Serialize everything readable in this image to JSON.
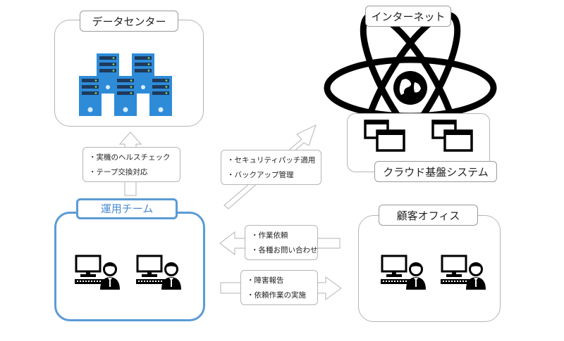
{
  "nodes": {
    "datacenter": {
      "title": "データセンター"
    },
    "internet": {
      "title": "インターネット"
    },
    "cloud": {
      "title": "クラウド基盤システム"
    },
    "team": {
      "title": "運用チーム"
    },
    "office": {
      "title": "顧客オフィス"
    }
  },
  "notes": {
    "to_datacenter": [
      "・実機のヘルスチェック",
      "・テープ交換対応"
    ],
    "to_cloud": [
      "・セキュリティパッチ適用",
      "・バックアップ管理"
    ],
    "from_office": [
      "・作業依頼",
      "・各種お問い合わせ"
    ],
    "to_office": [
      "・障害報告",
      "・依頼作業の実施"
    ]
  },
  "colors": {
    "team_border": "#5b9bd5",
    "server_blue": "#2e8bd8",
    "arrow_outline": "#c0c0c0"
  },
  "icons": [
    "server-rack-icon",
    "atom-icon",
    "globe-icon",
    "window-icon",
    "workstation-user-icon"
  ]
}
